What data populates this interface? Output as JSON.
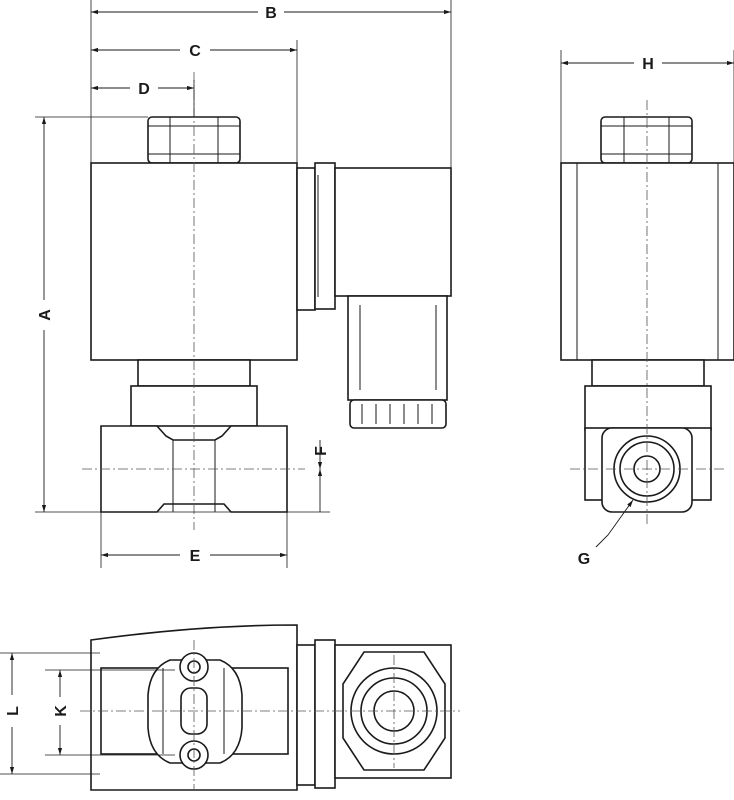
{
  "labels": {
    "A": "A",
    "B": "B",
    "C": "C",
    "D": "D",
    "E": "E",
    "F": "F",
    "G": "G",
    "H": "H",
    "K": "K",
    "L": "L"
  }
}
